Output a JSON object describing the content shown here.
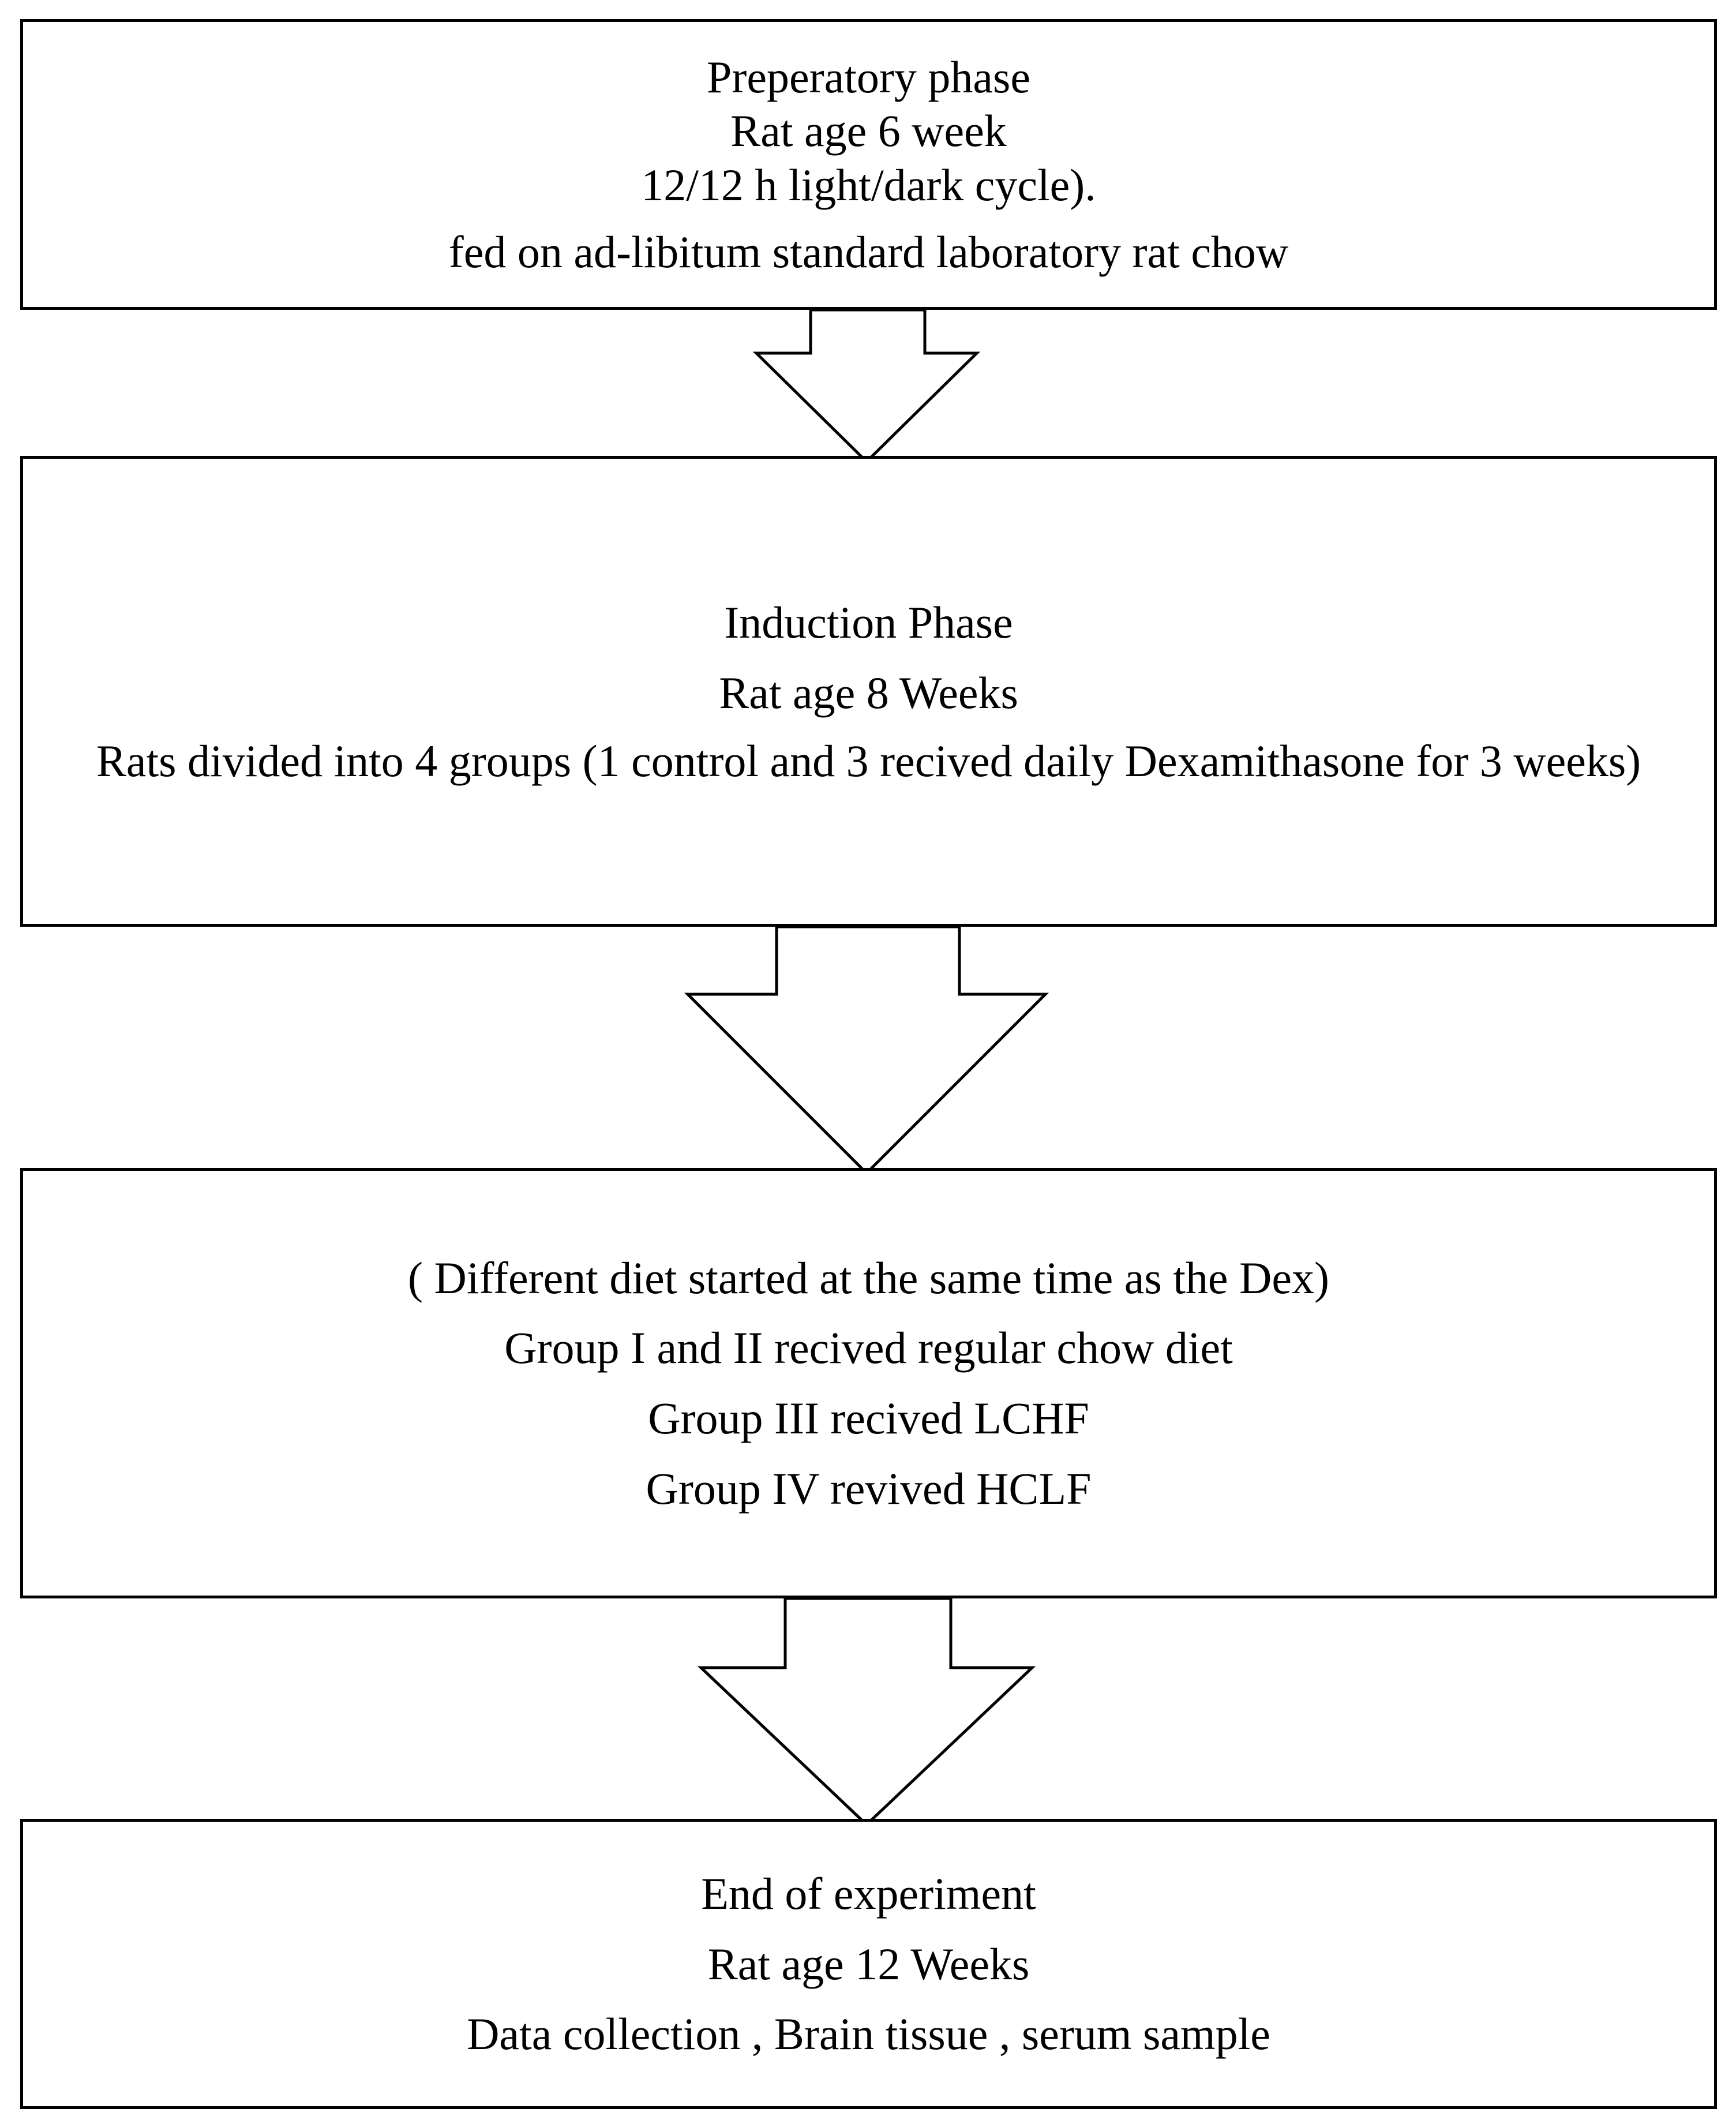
{
  "flowchart": {
    "steps": [
      {
        "lines": [
          "Preperatory phase",
          "Rat age 6 week",
          "12/12 h light/dark cycle).",
          "fed on ad-libitum standard laboratory rat chow"
        ]
      },
      {
        "lines": [
          "Induction Phase",
          "Rat age 8 Weeks",
          "Rats divided into 4 groups (1 control and 3 recived  daily Dexamithasone for 3 weeks)"
        ]
      },
      {
        "lines": [
          "( Different diet started at the same time as the Dex)",
          "Group I and II recived regular chow diet",
          "Group III recived LCHF",
          "Group IV revived HCLF"
        ]
      },
      {
        "lines": [
          "End of experiment",
          "Rat age 12 Weeks",
          "Data collection , Brain tissue , serum sample"
        ]
      }
    ],
    "colors": {
      "stroke": "#000000",
      "fill": "#ffffff",
      "text": "#000000"
    }
  }
}
